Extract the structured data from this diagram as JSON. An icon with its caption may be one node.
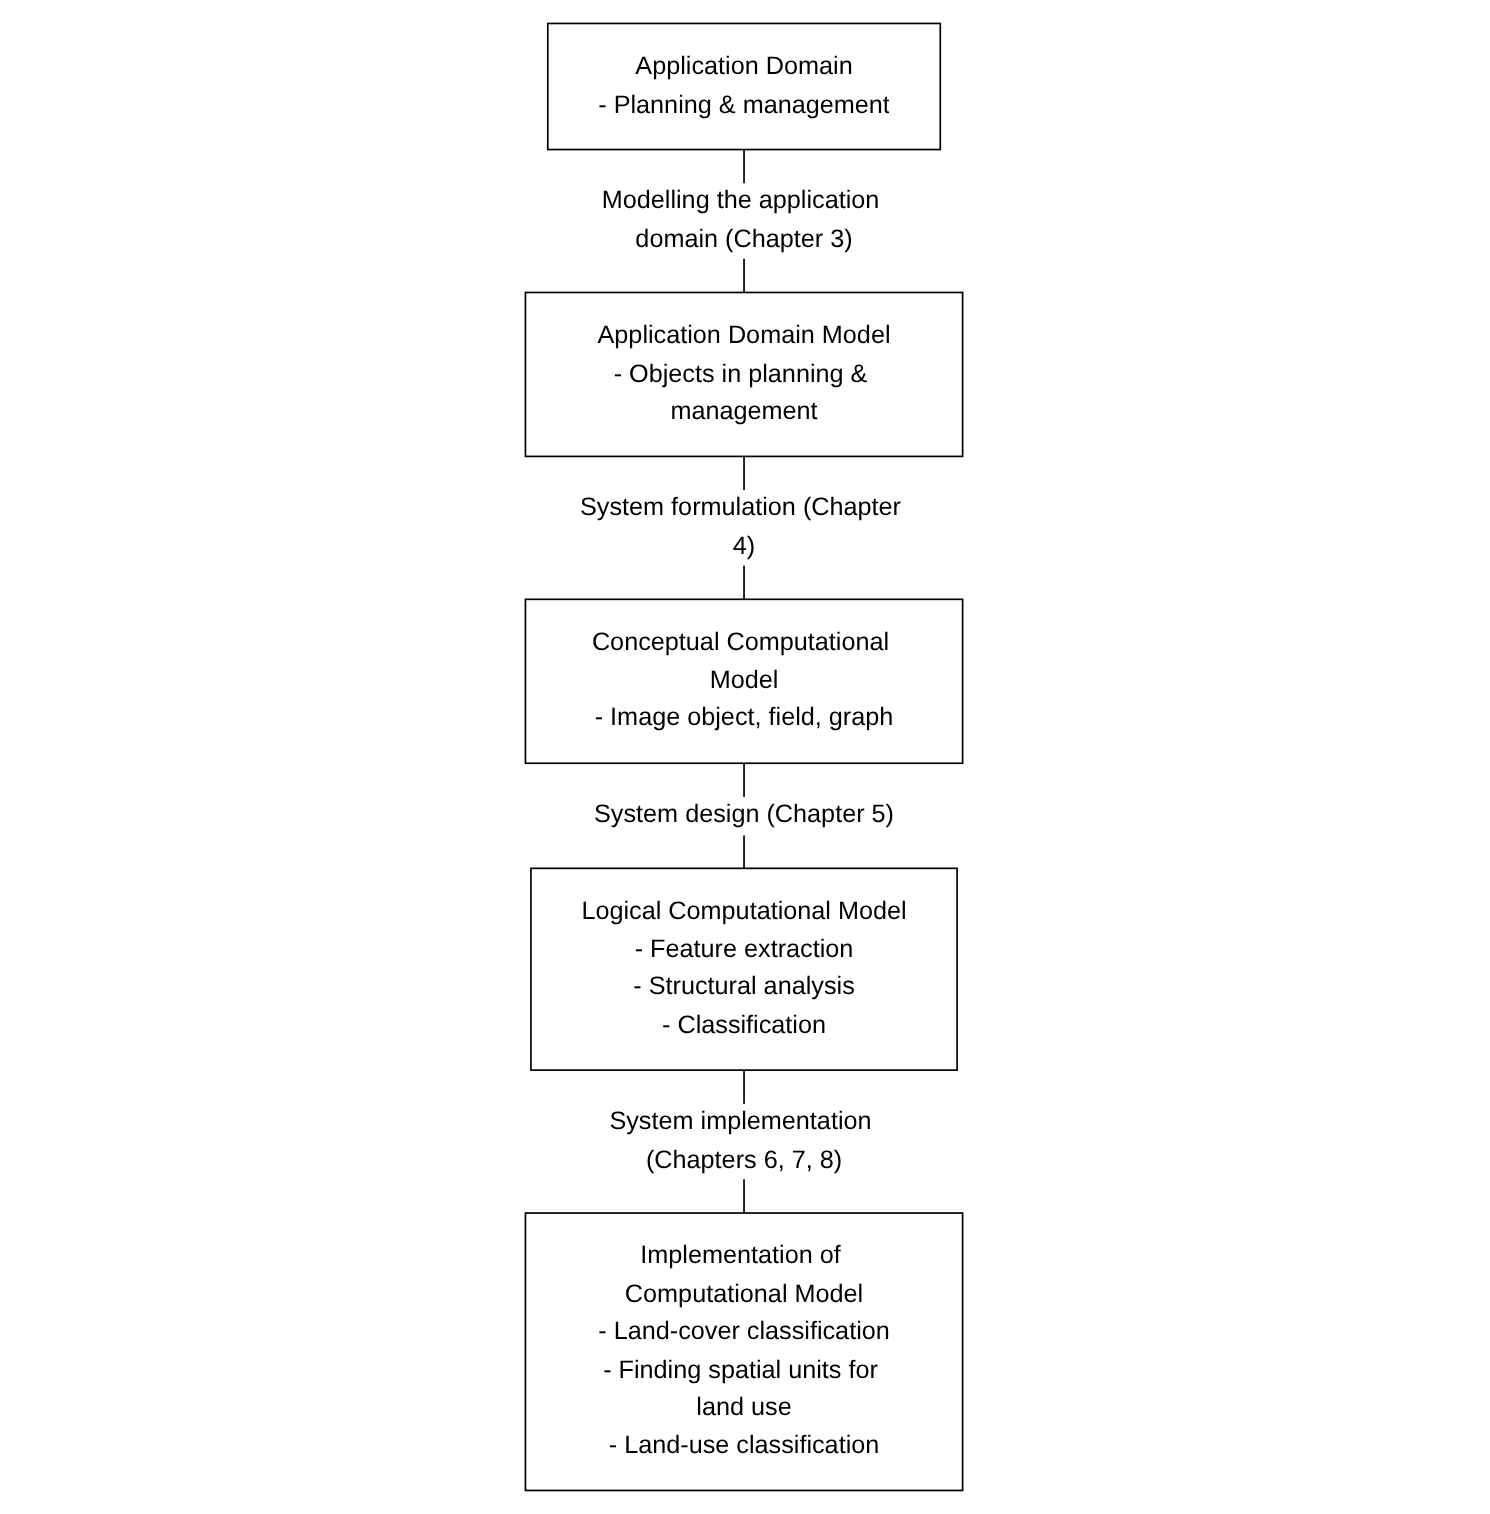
{
  "diagram": {
    "nodes": [
      {
        "text": [
          "Application Domain",
          "- Planning & management"
        ]
      },
      {
        "text": [
          "Application Domain Model",
          "- Objects in planning & management"
        ]
      },
      {
        "text": [
          "Conceptual Computational Model",
          "- Image object, field, graph"
        ]
      },
      {
        "text": [
          "Logical Computational Model",
          "- Feature extraction",
          "- Structural analysis",
          "- Classification"
        ]
      },
      {
        "text": [
          "Implementation of Computational Model",
          "- Land-cover classification",
          "- Finding spatial units for land use",
          "- Land-use classification"
        ]
      }
    ],
    "edges": [
      {
        "from": 0,
        "to": 1,
        "arrow": "none",
        "label": "Modelling the application domain (Chapter 3)"
      },
      {
        "from": 1,
        "to": 2,
        "arrow": "none",
        "label": "System formulation (Chapter 4)"
      },
      {
        "from": 2,
        "to": 3,
        "arrow": "none",
        "label": "System design (Chapter 5)"
      },
      {
        "from": 3,
        "to": 4,
        "arrow": "none",
        "label": "System implementation (Chapters 6, 7, 8)"
      }
    ]
  }
}
